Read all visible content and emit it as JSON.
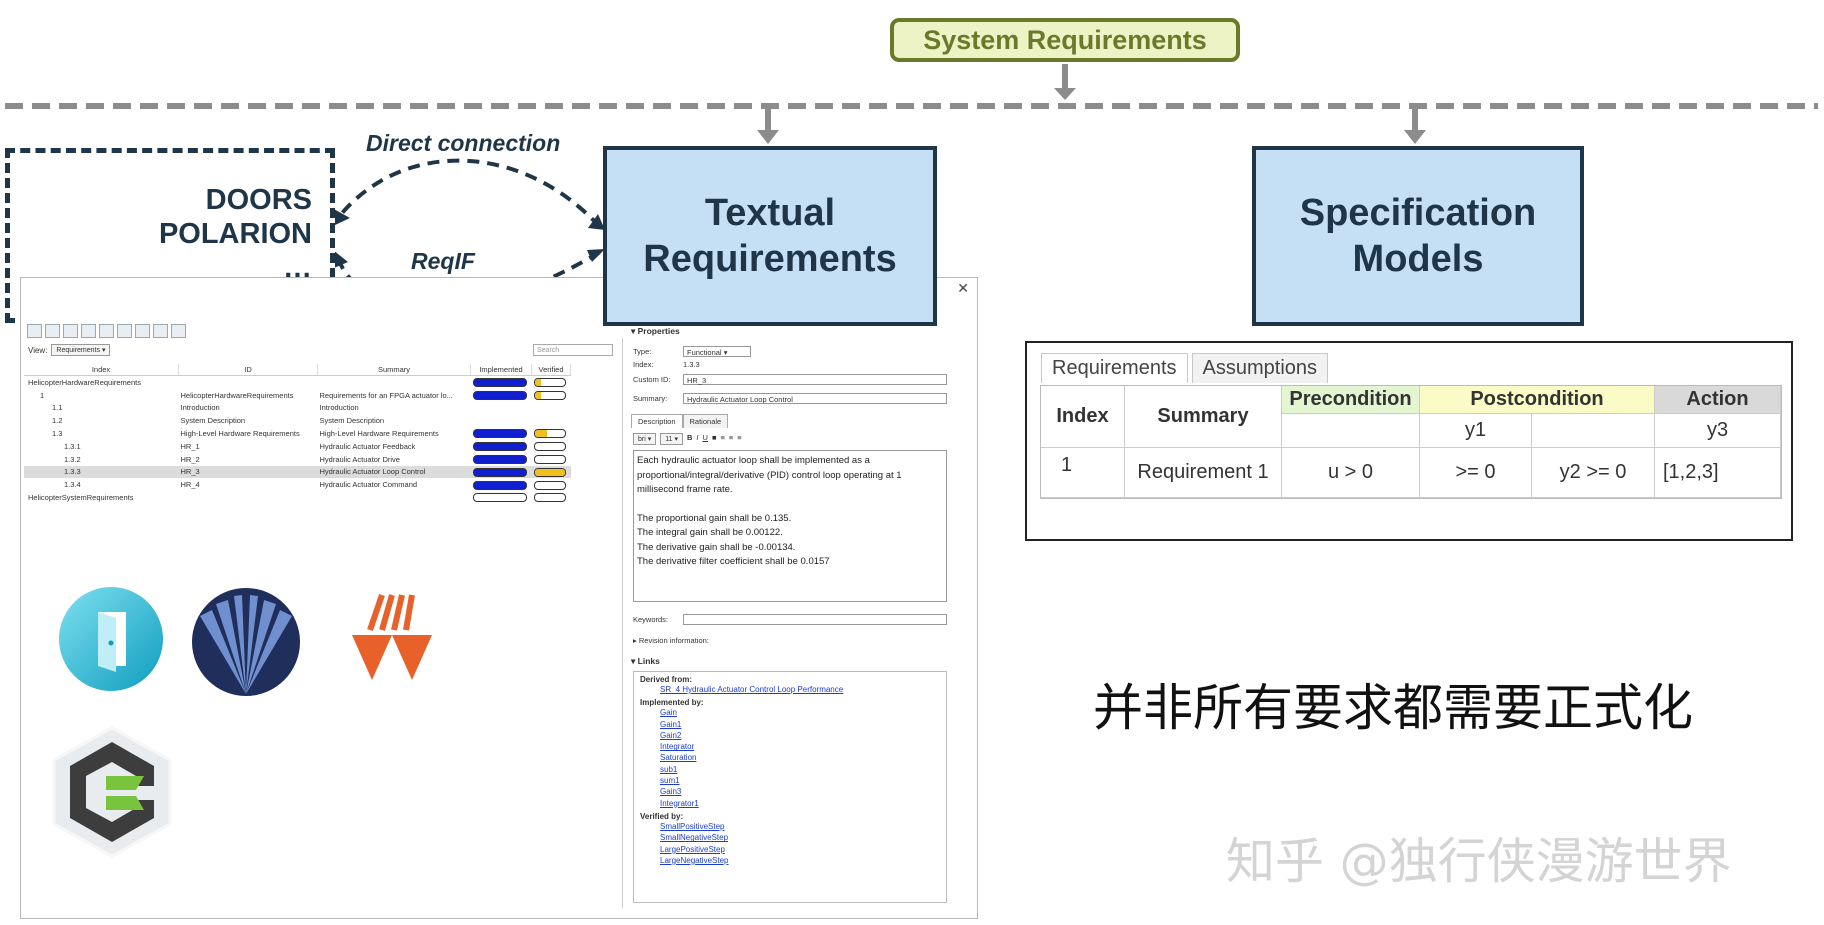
{
  "system_requirements": "System Requirements",
  "textual_requirements": [
    "Textual",
    "Requirements"
  ],
  "specification_models": [
    "Specification",
    "Models"
  ],
  "doors_box": [
    "DOORS",
    "POLARION",
    "…"
  ],
  "connection_labels": {
    "direct": "Direct connection",
    "reqif": "ReqIF"
  },
  "editor": {
    "view_label": "View:",
    "view_value": "Requirements",
    "search_placeholder": "Search",
    "columns": [
      "Index",
      "ID",
      "Summary",
      "Implemented",
      "Verified"
    ],
    "rows": [
      {
        "index": "HelicopterHardwareRequirements",
        "id": "",
        "summary": "",
        "impl": "full",
        "ver": 0.2
      },
      {
        "index": "1",
        "id": "HelicopterHardwareRequirements",
        "summary": "Requirements for an FPGA actuator lo...",
        "impl": "full",
        "ver": 0.2
      },
      {
        "index": "1.1",
        "id": "Introduction",
        "summary": "Introduction",
        "impl": "",
        "ver": null
      },
      {
        "index": "1.2",
        "id": "System Description",
        "summary": "System Description",
        "impl": "",
        "ver": null
      },
      {
        "index": "1.3",
        "id": "High-Level Hardware Requirements",
        "summary": "High-Level Hardware Requirements",
        "impl": "full",
        "ver": 0.4
      },
      {
        "index": "1.3.1",
        "id": "HR_1",
        "summary": "Hydraulic Actuator Feedback",
        "impl": "full",
        "ver": 0
      },
      {
        "index": "1.3.2",
        "id": "HR_2",
        "summary": "Hydraulic Actuator Drive",
        "impl": "full",
        "ver": 0
      },
      {
        "index": "1.3.3",
        "id": "HR_3",
        "summary": "Hydraulic Actuator Loop Control",
        "impl": "full",
        "ver": 1
      },
      {
        "index": "1.3.4",
        "id": "HR_4",
        "summary": "Hydraulic Actuator Command",
        "impl": "full",
        "ver": 0
      },
      {
        "index": "HelicopterSystemRequirements",
        "id": "",
        "summary": "",
        "impl": "empty",
        "ver": 0
      }
    ],
    "properties_title": "Properties",
    "type_label": "Type:",
    "type_value": "Functional",
    "index_label": "Index:",
    "index_value": "1.3.3",
    "custom_id_label": "Custom ID:",
    "custom_id_value": "HR_3",
    "summary_label": "Summary:",
    "summary_value": "Hydraulic Actuator Loop Control",
    "tab_description": "Description",
    "tab_rationale": "Rationale",
    "font_name": "bri",
    "font_size": "11",
    "description": [
      "Each hydraulic actuator loop shall be implemented as a",
      "proportional/integral/derivative (PID) control loop operating at 1",
      "millisecond frame rate.",
      "",
      "The proportional gain shall be 0.135.",
      "The integral gain shall be 0.00122.",
      "The derivative gain shall be -0.00134.",
      "The derivative filter coefficient shall be 0.0157"
    ],
    "keywords_label": "Keywords:",
    "revision_label": "Revision information:",
    "links_title": "Links",
    "derived_from_label": "Derived from:",
    "derived_from": [
      "SR_4 Hydraulic Actuator Control Loop Performance"
    ],
    "implemented_by_label": "Implemented by:",
    "implemented_by": [
      "Gain",
      "Gain1",
      "Gain2",
      "Integrator",
      "Saturation",
      "sub1",
      "sum1",
      "Gain3",
      "Integrator1"
    ],
    "verified_by_label": "Verified by:",
    "verified_by": [
      "SmallPositiveStep",
      "SmallNegativeStep",
      "LargePositiveStep",
      "LargeNegativeStep"
    ]
  },
  "spec_table": {
    "tabs": [
      "Requirements",
      "Assumptions"
    ],
    "headers": {
      "index": "Index",
      "summary": "Summary",
      "precondition": "Precondition",
      "postcondition": "Postcondition",
      "action": "Action"
    },
    "subheaders": {
      "post_y1": "y1",
      "action_y3": "y3"
    },
    "row": {
      "index": "1",
      "summary": "Requirement 1",
      "pre": "u > 0",
      "post1": ">= 0",
      "post2": "y2 >= 0",
      "action": "[1,2,3]"
    },
    "colors": {
      "precondition": "#e4f5d2",
      "postcondition": "#fbfbc8",
      "action": "#d9d9d9"
    }
  },
  "chinese_caption": "并非所有要求都需要正式化",
  "watermark": "知乎 @独行侠漫游世界"
}
